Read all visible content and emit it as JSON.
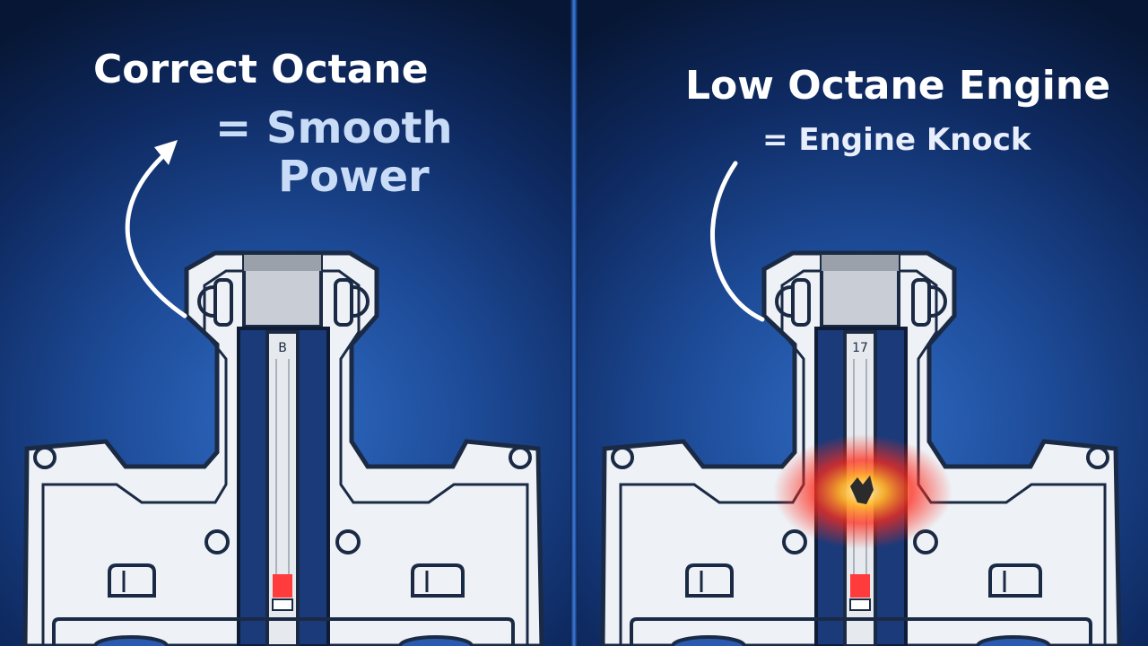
{
  "left_panel": {
    "title": "Correct Octane",
    "subtitle_line1": "= Smooth",
    "subtitle_line2": "Power",
    "gauge_label": "B"
  },
  "right_panel": {
    "title": "Low Octane Engine",
    "subtitle": "= Engine Knock",
    "gauge_label": "17"
  },
  "colors": {
    "background": "#1d4a96",
    "engine_body": "#eef2f7",
    "outline": "#1b2a44",
    "hot_indicator": "#ff3b3b",
    "knock_glow": "#ff2a1a"
  },
  "icons": [
    "curved-arrow-icon",
    "spark-plug-icon",
    "knock-burst-icon"
  ]
}
